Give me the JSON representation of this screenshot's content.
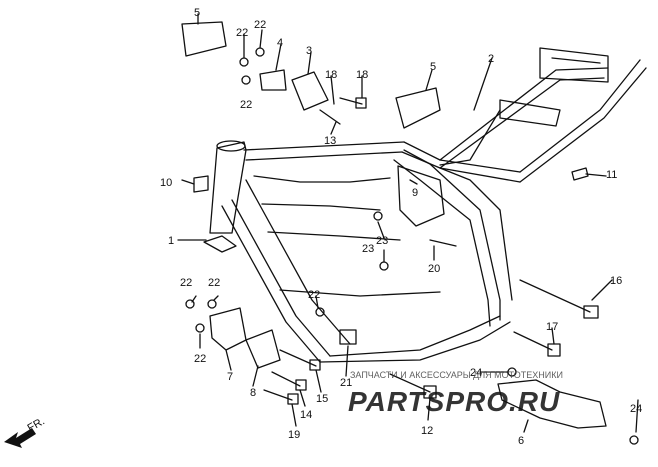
{
  "diagram": {
    "callouts": [
      "1",
      "2",
      "3",
      "4",
      "5",
      "5",
      "6",
      "7",
      "8",
      "9",
      "10",
      "11",
      "12",
      "13",
      "14",
      "15",
      "16",
      "17",
      "18",
      "18",
      "19",
      "20",
      "21",
      "22",
      "22",
      "22",
      "22",
      "22",
      "22",
      "22",
      "23",
      "23",
      "24",
      "24"
    ],
    "direction_label": "FR.",
    "watermark": {
      "subtitle": "ЗАПЧАСТИ И АКСЕССУАРЫ ДЛЯ МОТОТЕХНИКИ",
      "logo_text": "PARTSPRO.RU",
      "logo_color": "#e8322f"
    }
  }
}
